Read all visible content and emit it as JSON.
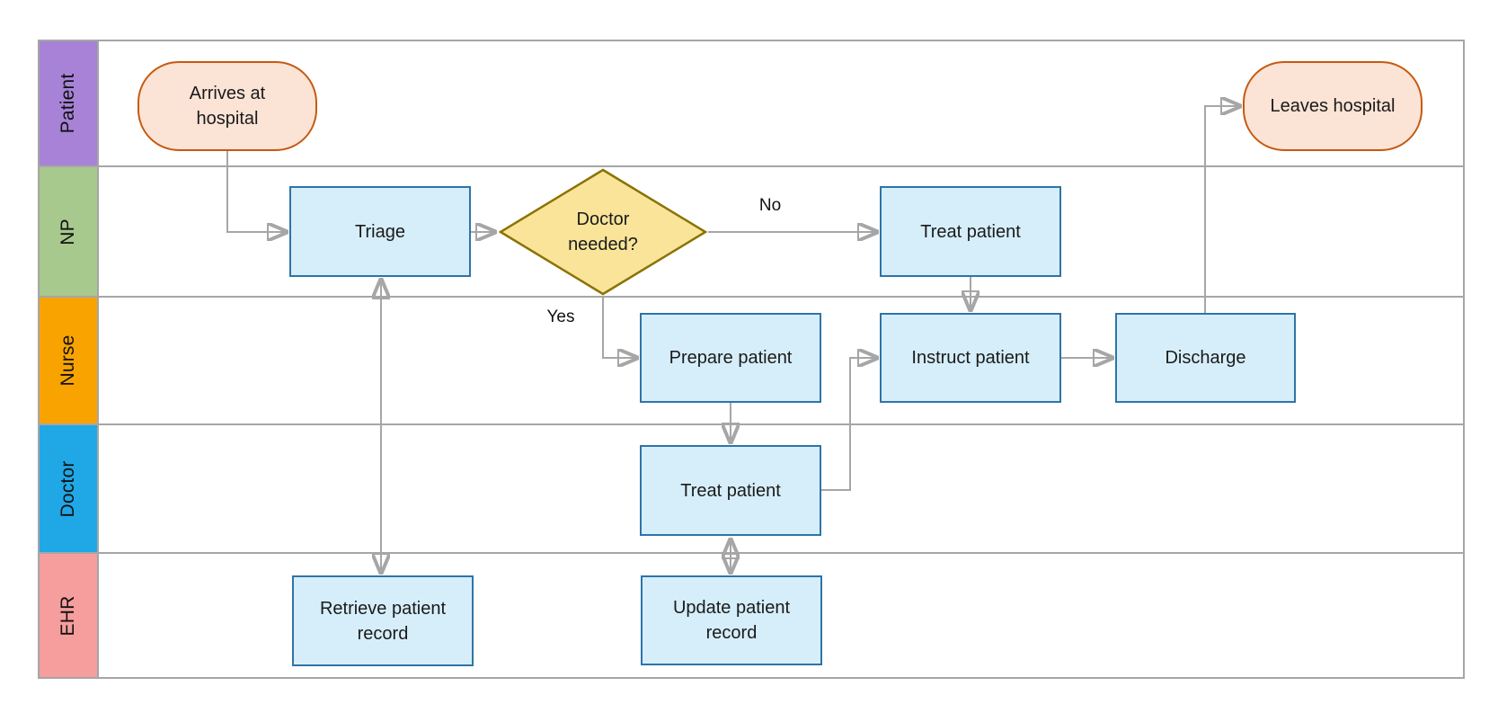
{
  "diagram": {
    "type": "swimlane-flowchart",
    "lanes": [
      {
        "id": "patient",
        "label": "Patient",
        "color": "#a782d7"
      },
      {
        "id": "np",
        "label": "NP",
        "color": "#a8c98e"
      },
      {
        "id": "nurse",
        "label": "Nurse",
        "color": "#f9a300"
      },
      {
        "id": "doctor",
        "label": "Doctor",
        "color": "#20a7e6"
      },
      {
        "id": "ehr",
        "label": "EHR",
        "color": "#f69e9d"
      }
    ],
    "nodes": {
      "arrives": {
        "label": "Arrives at\nhospital",
        "type": "terminator",
        "lane": "Patient"
      },
      "triage": {
        "label": "Triage",
        "type": "process",
        "lane": "NP"
      },
      "decision": {
        "label": "Doctor\nneeded?",
        "type": "decision",
        "lane": "NP"
      },
      "treat_np": {
        "label": "Treat patient",
        "type": "process",
        "lane": "NP"
      },
      "prepare": {
        "label": "Prepare patient",
        "type": "process",
        "lane": "Nurse"
      },
      "instruct": {
        "label": "Instruct patient",
        "type": "process",
        "lane": "Nurse"
      },
      "discharge": {
        "label": "Discharge",
        "type": "process",
        "lane": "Nurse"
      },
      "treat_doctor": {
        "label": "Treat patient",
        "type": "process",
        "lane": "Doctor"
      },
      "retrieve": {
        "label": "Retrieve patient\nrecord",
        "type": "process",
        "lane": "EHR"
      },
      "update": {
        "label": "Update patient\nrecord",
        "type": "process",
        "lane": "EHR"
      },
      "leaves": {
        "label": "Leaves hospital",
        "type": "terminator",
        "lane": "Patient"
      }
    },
    "edge_labels": {
      "yes": "Yes",
      "no": "No"
    },
    "edges": [
      {
        "from": "arrives",
        "to": "triage"
      },
      {
        "from": "triage",
        "to": "decision"
      },
      {
        "from": "decision",
        "to": "treat_np",
        "label": "No"
      },
      {
        "from": "decision",
        "to": "prepare",
        "label": "Yes"
      },
      {
        "from": "treat_np",
        "to": "instruct"
      },
      {
        "from": "prepare",
        "to": "treat_doctor"
      },
      {
        "from": "treat_doctor",
        "to": "instruct"
      },
      {
        "from": "instruct",
        "to": "discharge"
      },
      {
        "from": "discharge",
        "to": "leaves"
      },
      {
        "from": "triage",
        "to": "retrieve",
        "bidirectional": true
      },
      {
        "from": "treat_doctor",
        "to": "update",
        "bidirectional": true
      }
    ],
    "colors": {
      "process_fill": "#d6eefa",
      "process_stroke": "#2e74a8",
      "terminator_fill": "#fbe3d5",
      "terminator_stroke": "#c55a11",
      "decision_fill": "#f9e499",
      "decision_stroke": "#8a7300",
      "connector": "#a6a6a6",
      "lane_line": "#a6a6a6",
      "text": "#1a1a1a"
    }
  }
}
